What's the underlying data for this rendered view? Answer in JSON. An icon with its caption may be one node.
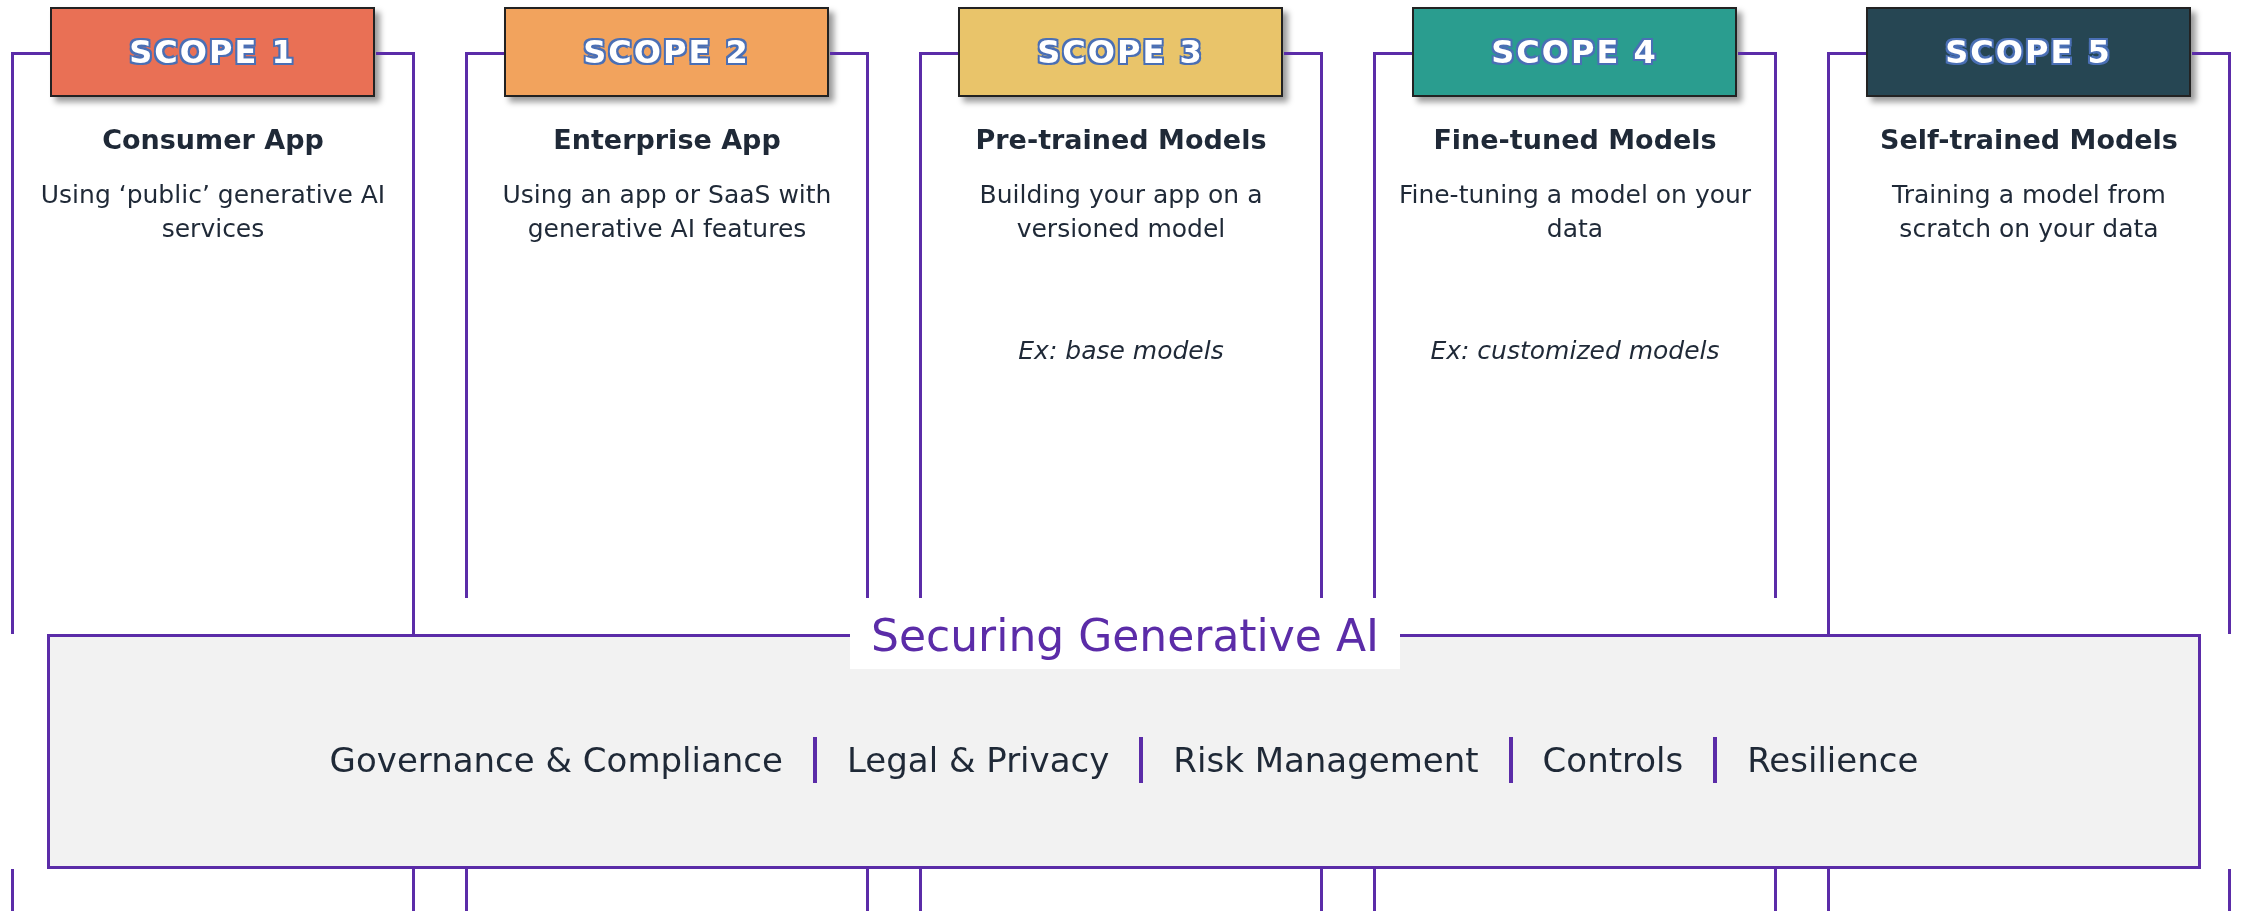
{
  "diagram": {
    "nodes": [
      {
        "text": [
          "SCOPE 1"
        ]
      },
      {
        "text": [
          "Consumer App",
          "Using ‘public’ generative AI services"
        ]
      },
      {
        "text": [
          "SCOPE 2"
        ]
      },
      {
        "text": [
          "Enterprise App",
          "Using an app or SaaS with generative AI features"
        ]
      },
      {
        "text": [
          "SCOPE 3"
        ]
      },
      {
        "text": [
          "Pre-trained Models",
          "Building your app on a versioned model",
          "Ex: base models"
        ]
      },
      {
        "text": [
          "SCOPE 4"
        ]
      },
      {
        "text": [
          "Fine-tuned Models",
          "Fine-tuning a model on your data",
          "Ex: customized models"
        ]
      },
      {
        "text": [
          "SCOPE 5"
        ]
      },
      {
        "text": [
          "Self-trained Models",
          "Training a model from scratch on your data"
        ]
      },
      {
        "text": [
          "Securing Generative AI",
          "Governance & Compliance",
          "Legal & Privacy",
          "Risk Management",
          "Controls",
          "Resilience"
        ]
      }
    ],
    "edges": []
  }
}
